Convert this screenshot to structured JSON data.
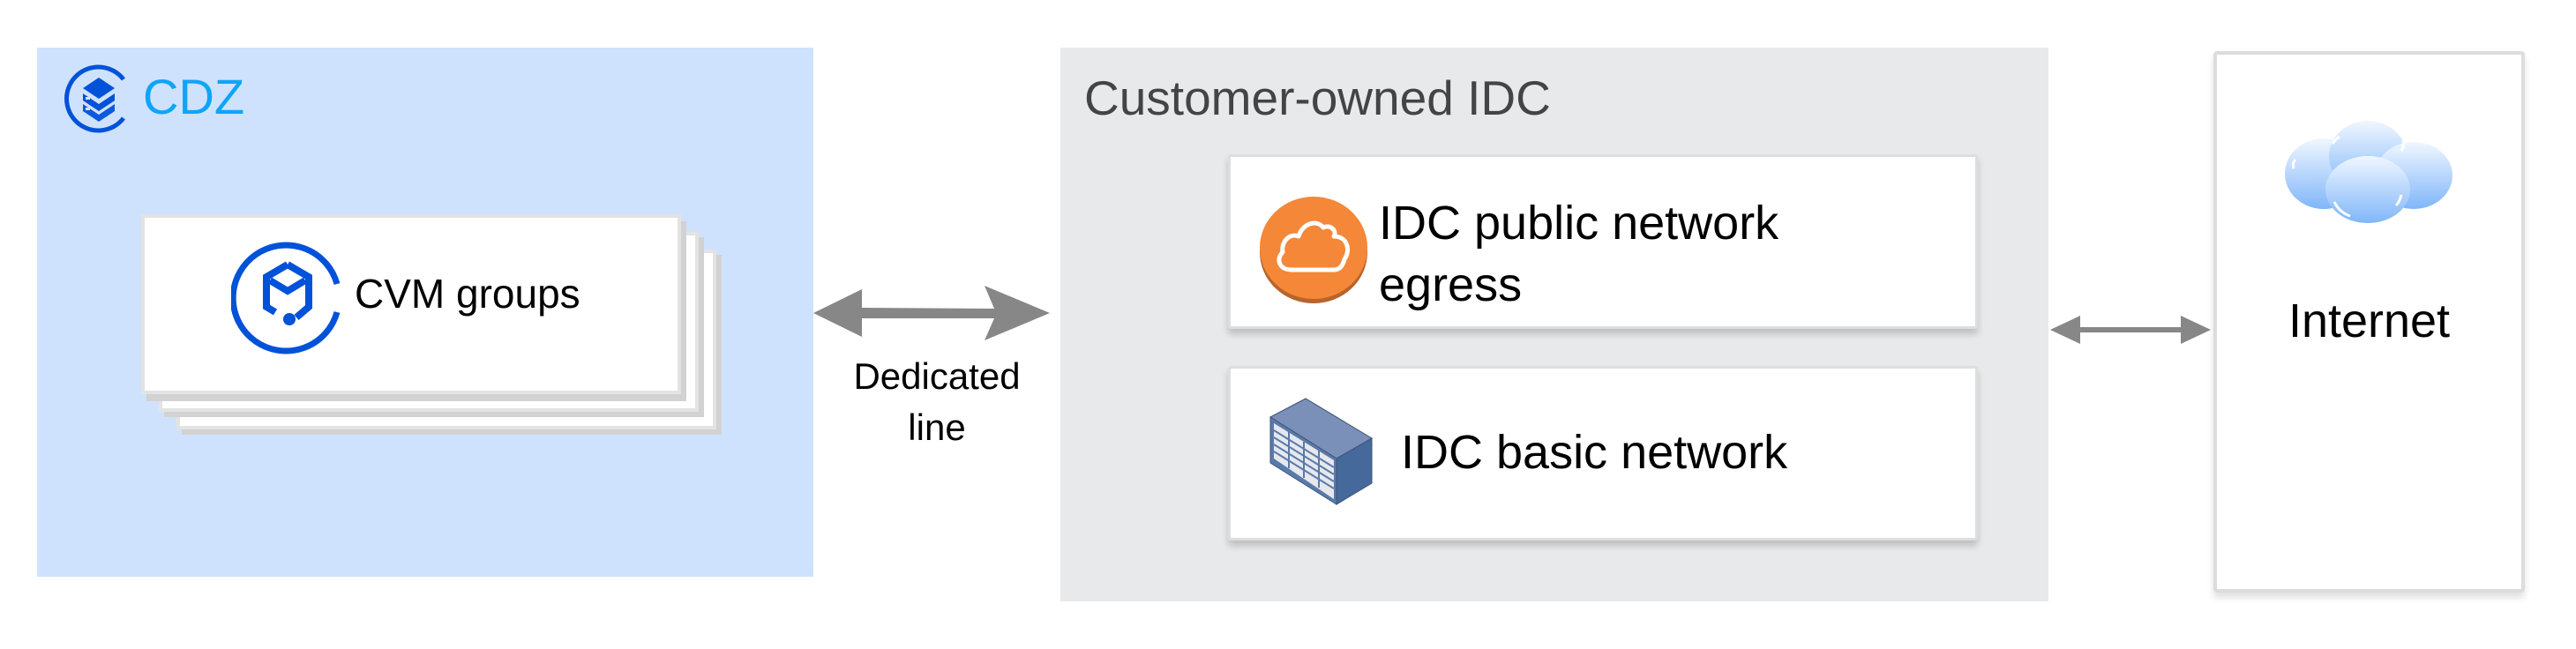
{
  "diagram": {
    "zones": {
      "cdz": {
        "label": "CDZ",
        "icon": "cdz-stack-icon",
        "accent_color": "#0ea5f8",
        "background_color": "#cfe2fd",
        "node": {
          "label": "CVM groups",
          "icon": "cvm-cube-icon",
          "icon_color": "#0052d9",
          "stacked_count": 3
        }
      },
      "idc": {
        "label": "Customer-owned IDC",
        "background_color": "#e8e9eb",
        "nodes": [
          {
            "label": "IDC public network egress",
            "icon": "cloud-icon",
            "icon_color": "#f48838"
          },
          {
            "label": "IDC basic network",
            "icon": "server-rack-icon",
            "icon_color": "#5a7aaa"
          }
        ]
      },
      "internet": {
        "label": "Internet",
        "icon": "cloud-icon",
        "icon_color": "#84b9f9"
      }
    },
    "connections": [
      {
        "from": "CDZ",
        "to": "Customer-owned IDC",
        "direction": "bidirectional",
        "label_lines": [
          "Dedicated",
          "line"
        ],
        "color": "#878787"
      },
      {
        "from": "Customer-owned IDC",
        "to": "Internet",
        "direction": "bidirectional",
        "label_lines": [],
        "color": "#878787"
      }
    ]
  }
}
